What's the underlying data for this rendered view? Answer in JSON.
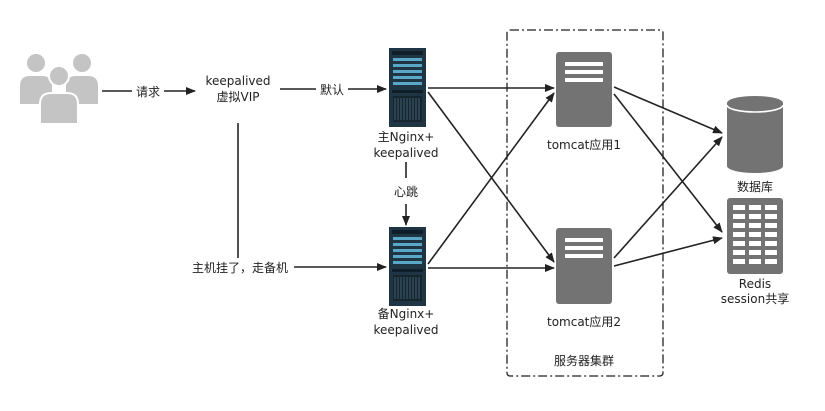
{
  "labels": {
    "request": "请求",
    "vip_line1": "keepalived",
    "vip_line2": "虚拟VIP",
    "default": "默认",
    "master_line1": "主Nginx+",
    "master_line2": "keepalived",
    "heartbeat": "心跳",
    "failover": "主机挂了，走备机",
    "backup_line1": "备Nginx+",
    "backup_line2": "keepalived",
    "tomcat1": "tomcat应用1",
    "tomcat2": "tomcat应用2",
    "cluster": "服务器集群",
    "database": "数据库",
    "redis_line1": "Redis",
    "redis_line2": "session共享"
  },
  "icons": {
    "users": "users-icon",
    "server": "rack-server-icon",
    "tomcat": "app-server-icon",
    "database": "database-icon",
    "redis": "redis-icon"
  },
  "colors": {
    "user_gray": "#c4c4c4",
    "server_dark": "#1f3544",
    "server_accent": "#5aa7c8",
    "box_gray": "#737373",
    "line": "#222222"
  }
}
